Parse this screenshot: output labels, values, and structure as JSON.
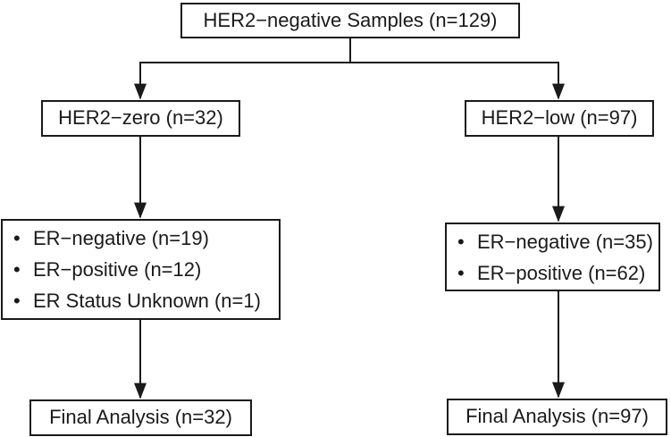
{
  "bullet_glyph": "•",
  "colors": {
    "line": "#1a1a1a",
    "box_border": "#1a1a1a",
    "background": "#ffffff",
    "text": "#1a1a1a"
  },
  "nodes": {
    "root": {
      "label": "HER2−negative Samples (n=129)"
    },
    "her2_zero": {
      "label": "HER2−zero (n=32)"
    },
    "her2_low": {
      "label": "HER2−low (n=97)"
    },
    "her2_zero_er": {
      "items": [
        "ER−negative (n=19)",
        "ER−positive (n=12)",
        "ER Status Unknown (n=1)"
      ]
    },
    "her2_low_er": {
      "items": [
        "ER−negative (n=35)",
        "ER−positive (n=62)"
      ]
    },
    "final_zero": {
      "label": "Final Analysis (n=32)"
    },
    "final_low": {
      "label": "Final Analysis (n=97)"
    }
  }
}
